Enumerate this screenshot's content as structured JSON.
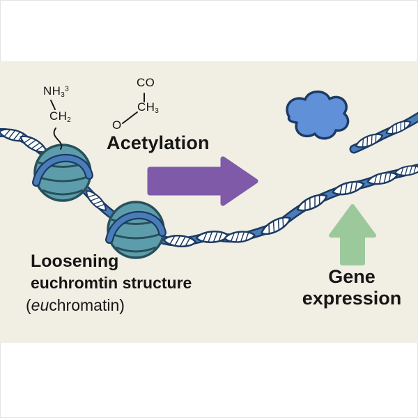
{
  "colors": {
    "panel_background": "#f1eee4",
    "dna_blue": "#4a7db8",
    "dna_outline": "#1c3b63",
    "histone_fill": "#5d9dab",
    "histone_outline": "#27505c",
    "blob_fill": "#6090d8",
    "arrow_purple": "#7e5aa8",
    "arrow_green": "#9cc99c",
    "text": "#161616"
  },
  "chemistry": {
    "amine_base": "NH",
    "amine_sub": "3",
    "amine_sup": "3",
    "methylene_base": "CH",
    "methylene_sub": "2",
    "carbonyl": "CO",
    "methyl_base": "CH",
    "methyl_sub": "3",
    "oxygen": "O"
  },
  "labels": {
    "process": "Acetylation",
    "caption_line1": "Loosening",
    "caption_line2": "euchromtin structure",
    "caption_open": "(",
    "caption_italic": "eu",
    "caption_close": "chromatin)",
    "result_line1": "Gene",
    "result_line2": "expression"
  },
  "icons": {
    "acetylation_arrow": "right-arrow",
    "gene_expression_arrow": "up-arrow",
    "histones": "nucleosome-spheres",
    "blob": "transcription-protein-blob"
  }
}
